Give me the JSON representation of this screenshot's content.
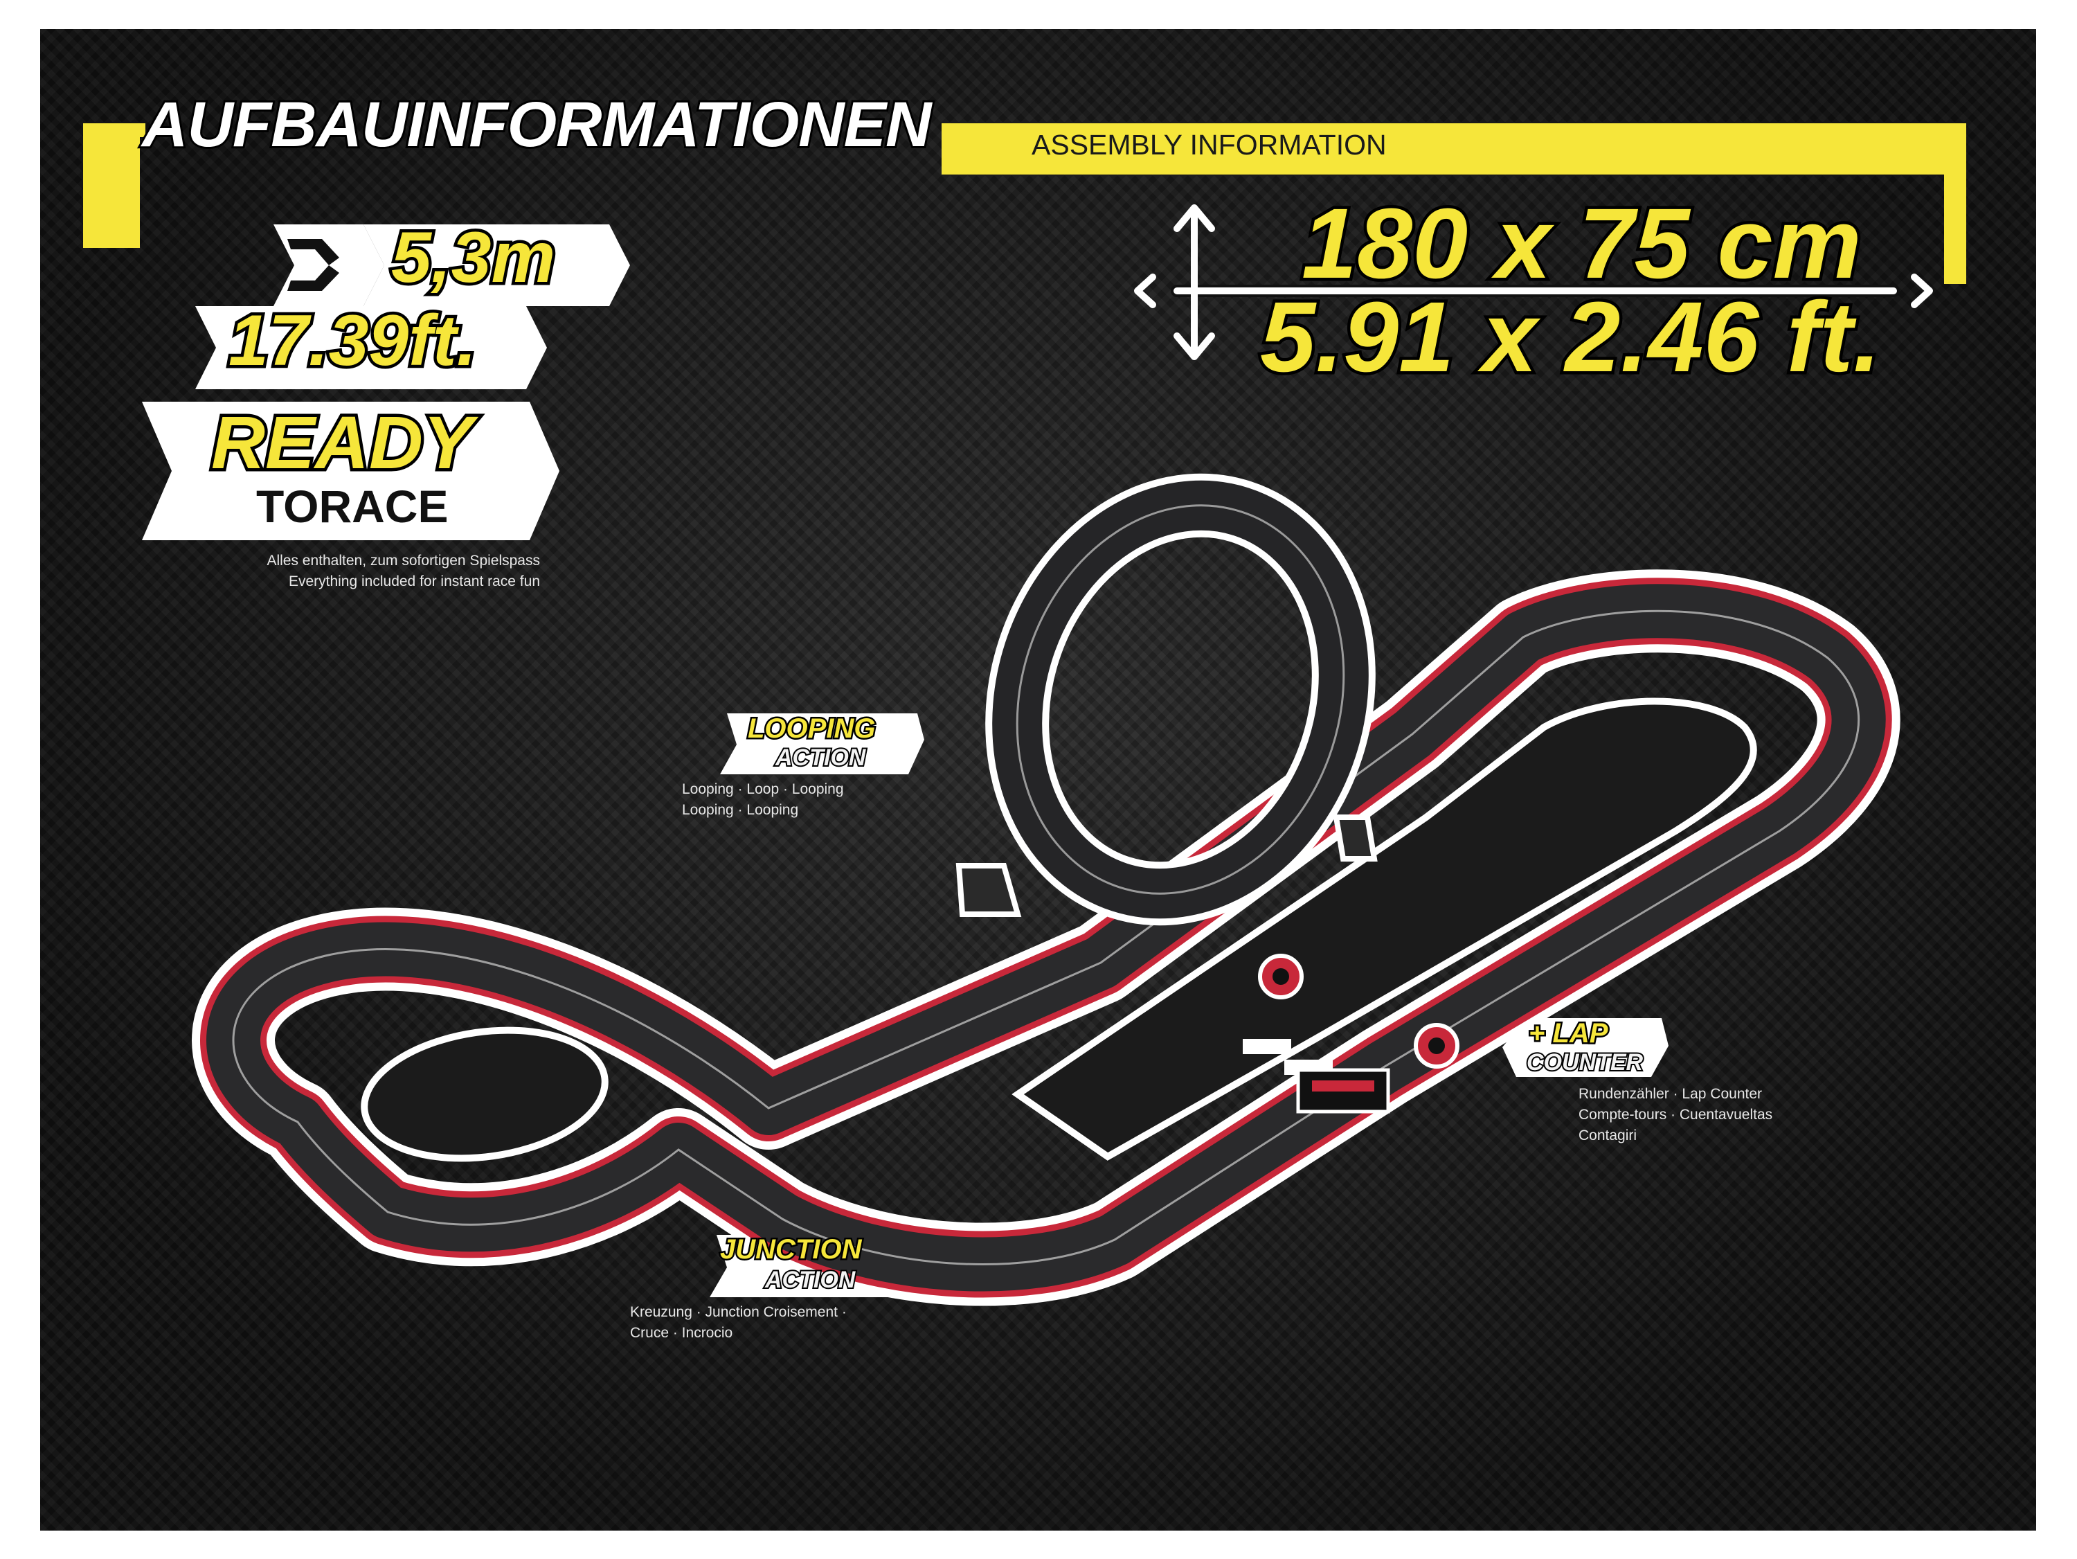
{
  "header": {
    "title_de": "AUFBAUINFORMATIONEN",
    "title_en": "ASSEMBLY INFORMATION"
  },
  "track_length": {
    "icon": "track-sections-icon",
    "meters": "5,3m",
    "feet": "17.39ft."
  },
  "ready_to_race": {
    "line1": "READY",
    "line2": "TORACE",
    "note_de": "Alles enthalten, zum sofortigen Spielspass",
    "note_en": "Everything included for instant race fun"
  },
  "dimensions": {
    "icon": "dimension-arrows-icon",
    "metric": "180 x 75 cm",
    "imperial": "5.91 x 2.46 ft."
  },
  "features": {
    "looping": {
      "line1": "LOOPING",
      "line2": "ACTION",
      "desc1": "Looping · Loop · Looping",
      "desc2": "Looping · Looping"
    },
    "junction": {
      "line1": "JUNCTION",
      "line2": "ACTION",
      "desc1": "Kreuzung · Junction Croisement ·",
      "desc2": "Cruce · Incrocio"
    },
    "lap_counter": {
      "line1": "+ LAP",
      "line2": "COUNTER",
      "desc1": "Rundenzähler · Lap Counter",
      "desc2": "Compte-tours · Cuentavueltas",
      "desc3": "Contagiri"
    }
  },
  "colors": {
    "accent_yellow": "#f6e63a",
    "background": "#1b1b1b",
    "barrier_red": "#c8283a"
  }
}
